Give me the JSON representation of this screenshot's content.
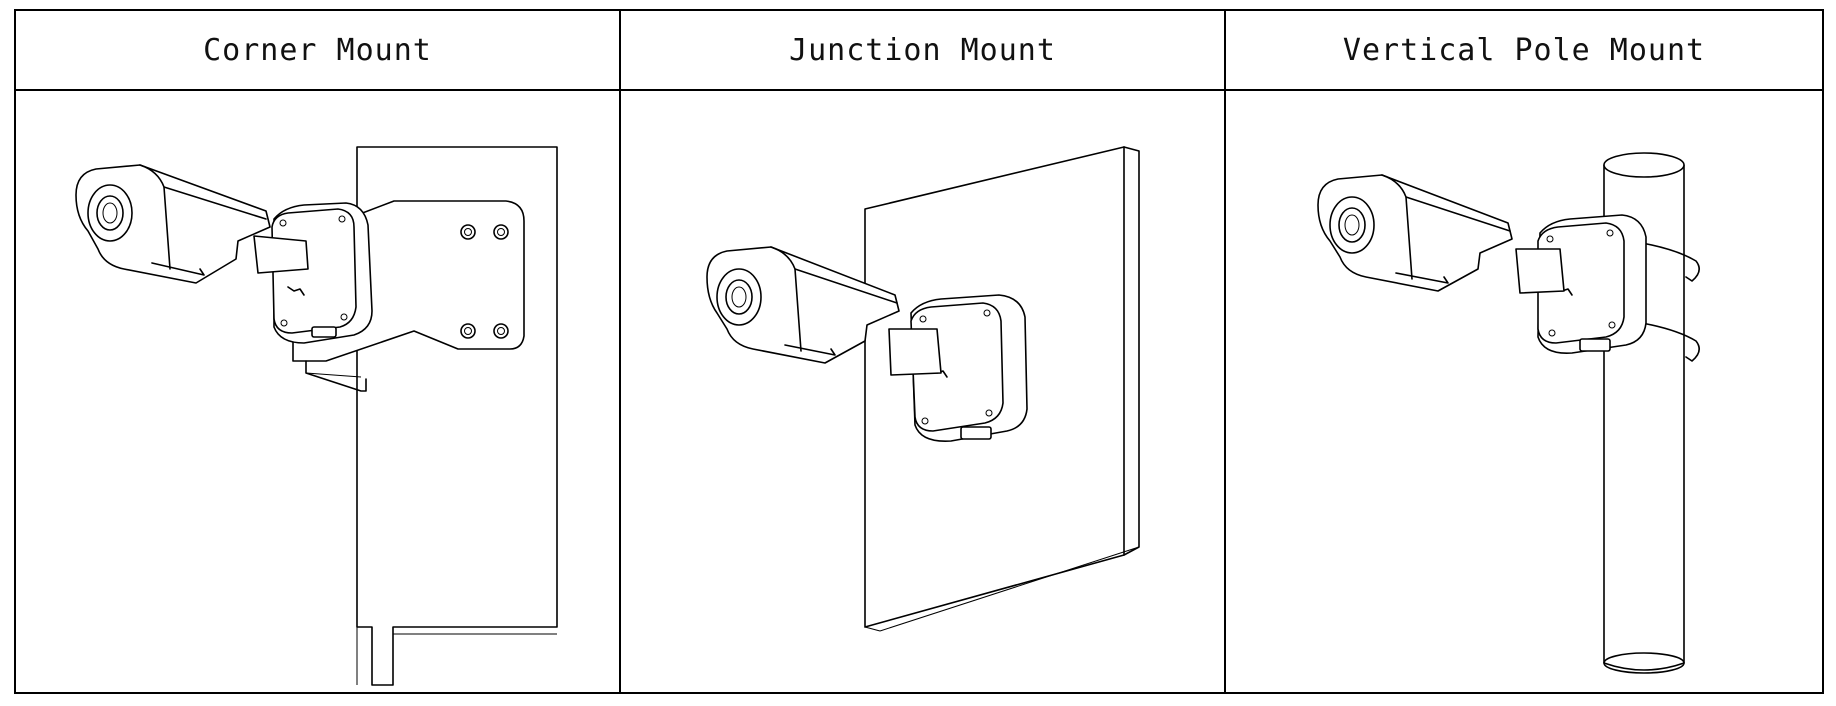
{
  "columns": [
    {
      "title": "Corner Mount",
      "illustration": "camera-corner-mount"
    },
    {
      "title": "Junction Mount",
      "illustration": "camera-junction-mount"
    },
    {
      "title": "Vertical Pole Mount",
      "illustration": "camera-pole-mount"
    }
  ]
}
